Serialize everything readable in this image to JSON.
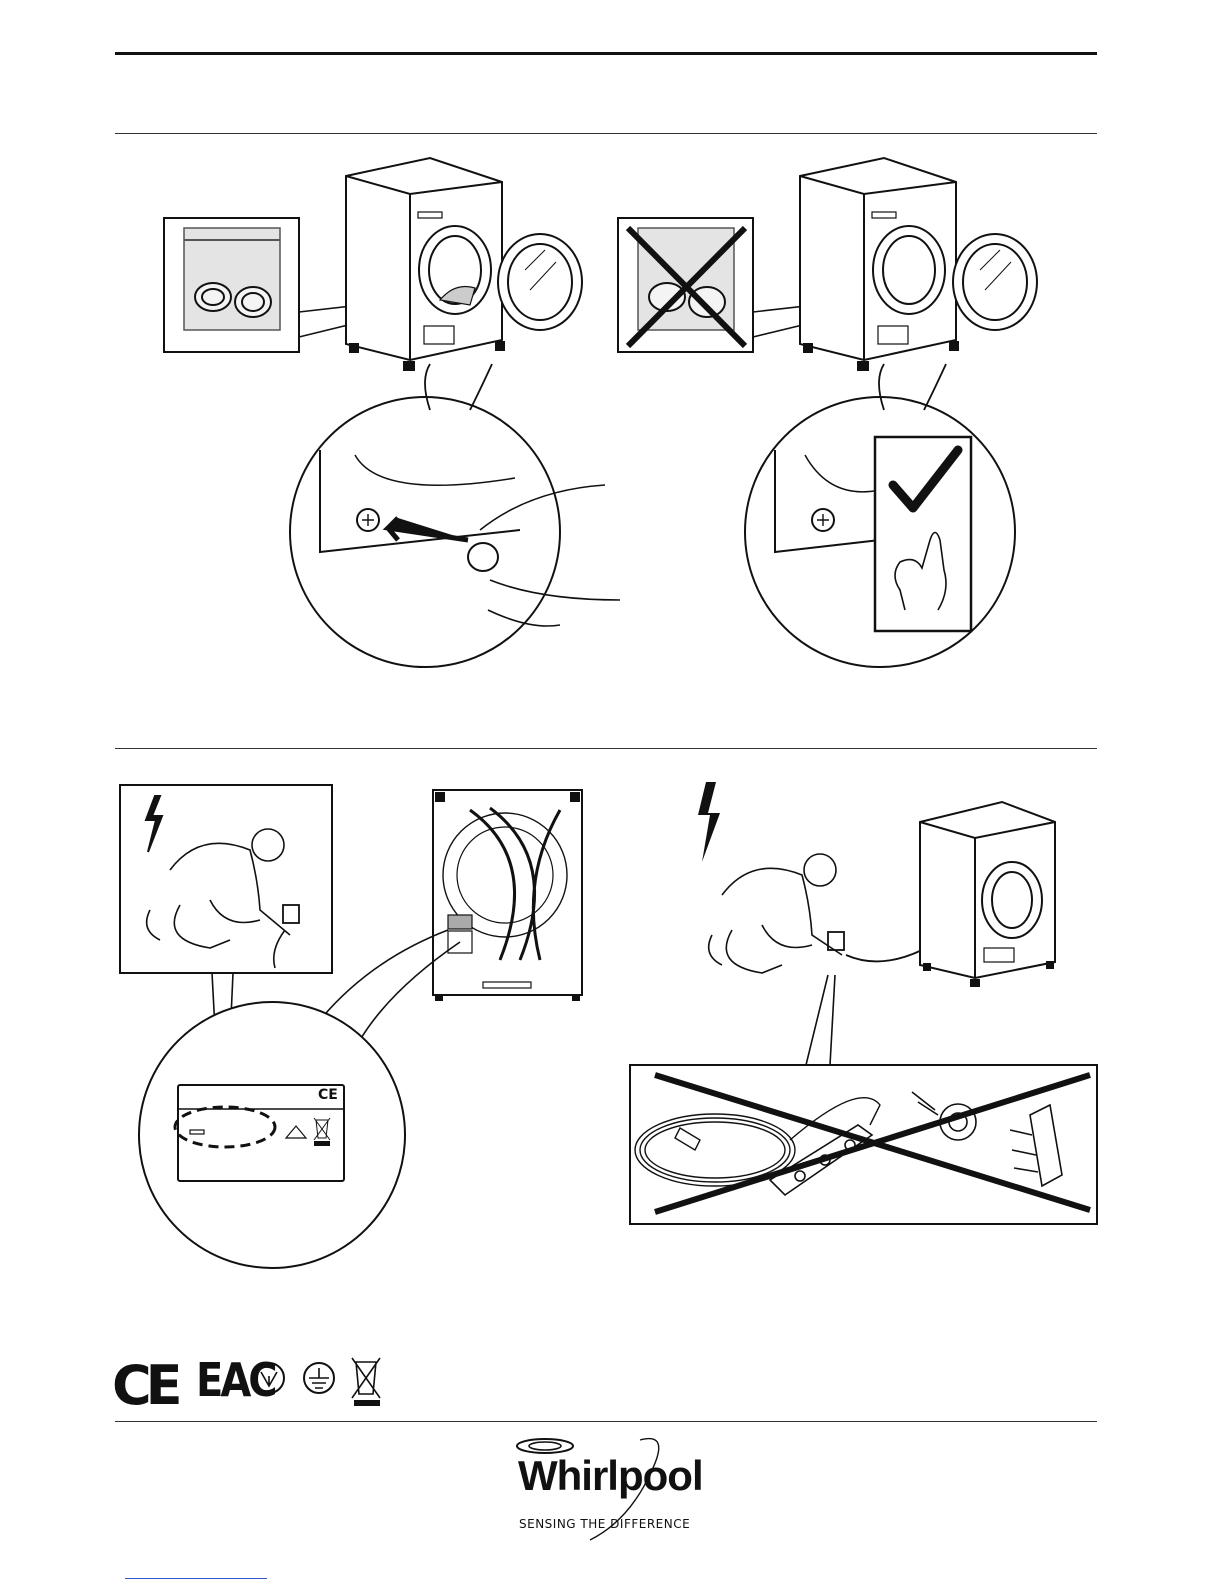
{
  "brand": {
    "name": "Whirlpool",
    "tagline": "SENSING THE DIFFERENCE"
  },
  "marks": {
    "ce": "CE",
    "eac": "EAC",
    "label_ce": "CE"
  },
  "icons": [
    "washing-machine-icon",
    "transport-bolt-bag-icon",
    "cross-icon",
    "check-icon",
    "ok-hand-icon",
    "lightning-icon",
    "person-plugging-icon",
    "socket-icon",
    "extension-cord-icon",
    "power-strip-icon",
    "adapter-icon",
    "weee-bin-icon",
    "ground-symbol-icon"
  ]
}
